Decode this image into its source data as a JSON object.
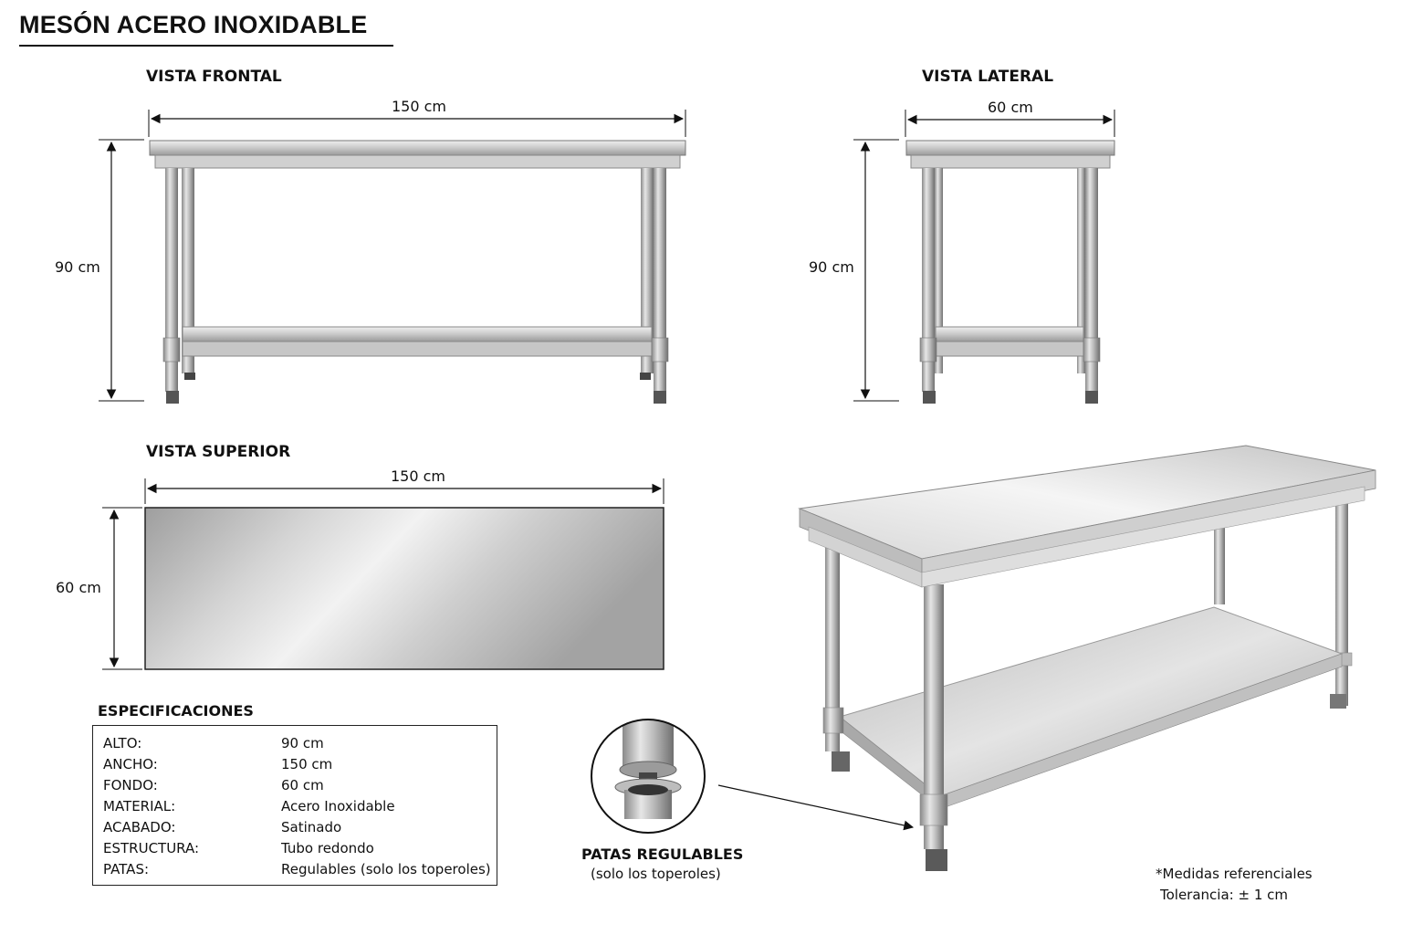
{
  "title": "MESÓN ACERO INOXIDABLE",
  "views": {
    "front": {
      "heading": "VISTA FRONTAL",
      "width_label": "150 cm",
      "height_label": "90 cm"
    },
    "side": {
      "heading": "VISTA LATERAL",
      "width_label": "60 cm",
      "height_label": "90 cm"
    },
    "top": {
      "heading": "VISTA SUPERIOR",
      "width_label": "150 cm",
      "depth_label": "60 cm"
    }
  },
  "specs": {
    "heading": "ESPECIFICACIONES",
    "rows": [
      {
        "key": "ALTO:",
        "value": "90 cm"
      },
      {
        "key": "ANCHO:",
        "value": "150 cm"
      },
      {
        "key": "FONDO:",
        "value": "60 cm"
      },
      {
        "key": "MATERIAL:",
        "value": "Acero Inoxidable"
      },
      {
        "key": "ACABADO:",
        "value": "Satinado"
      },
      {
        "key": "ESTRUCTURA:",
        "value": "Tubo redondo"
      },
      {
        "key": "PATAS:",
        "value": "Regulables (solo los toperoles)"
      }
    ]
  },
  "feet_callout": {
    "title": "PATAS REGULABLES",
    "subtitle": "(solo los toperoles)"
  },
  "note": {
    "line1": "*Medidas referenciales",
    "line2": "Tolerancia: ± 1 cm"
  }
}
